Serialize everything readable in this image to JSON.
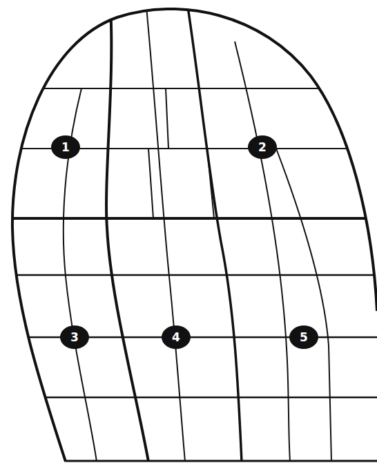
{
  "diagram": {
    "nodes": [
      {
        "text": [
          "1"
        ]
      },
      {
        "text": [
          "2"
        ]
      },
      {
        "text": [
          "3"
        ]
      },
      {
        "text": [
          "4"
        ]
      },
      {
        "text": [
          "5"
        ]
      }
    ]
  }
}
